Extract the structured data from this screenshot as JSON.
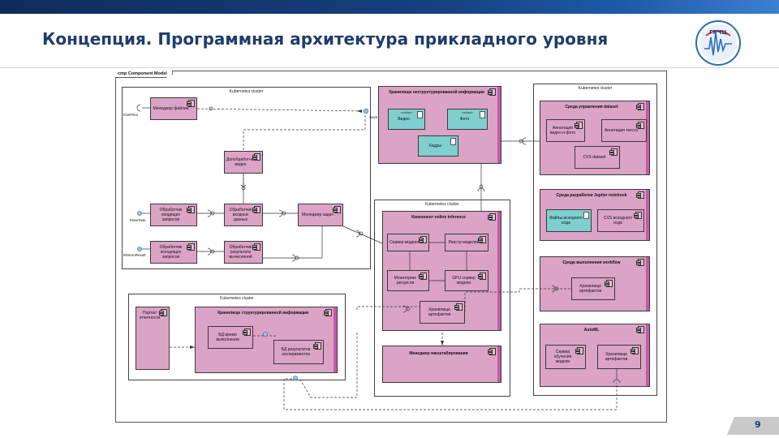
{
  "slide": {
    "title": "Концепция. Программная архитектура прикладного уровня",
    "logo_text": "ГРЧЦ",
    "page_number": "9",
    "frame_label": "cmp Component Model"
  },
  "colors": {
    "title": "#1d3d6e",
    "component": "#dba3c6",
    "artifact": "#7fcfcf",
    "accent_bar": "#c35aa9"
  },
  "clusters": {
    "left_top": "Kubernetes cluster",
    "left_bottom": "Kubernetes cluster",
    "middle": "Kubernetes cluster",
    "right": "Kubernetes cluster"
  },
  "interfaces": {
    "get_files": "IGetFiles",
    "new_task": "INewTask",
    "return_result": "IReturnResult",
    "save": "Save"
  },
  "components": {
    "file_manager": "Менеджер файлов",
    "video_preprocessor": "Допобработчик видео",
    "incoming_processor": "Обработчик входящих запросов",
    "input_data_processor": "Обработчик входных данных",
    "task_manager": "Менеджер задач",
    "outgoing_processor": "Обработчик исходящих запросов",
    "results_processor": "Обработчик результата вычислений",
    "unstructured_storage": "Хранилище неструктурированной информации",
    "video": "Видео",
    "photo": "Фото",
    "frames": "Кадры",
    "artifact_stereotype": "«artifact»",
    "online_inference": "Компонент online inference",
    "model_server": "Сервер моделей",
    "model_registry": "Реестр моделей",
    "resource_monitoring": "Мониторинг ресурсов",
    "gpu_server": "GPU сервер модели",
    "artifact_storage_mid": "Хранилище артефактов",
    "calibration_manager": "Менеджер масштабирования",
    "dataset_env": "Среда управления dataset",
    "video_photo_annotation": "Аннотация видео и фото",
    "text_annotation": "Аннотация текста",
    "cvs_dataset": "CVS dataset",
    "jupyter_env": "Среда разработки Jupiter notebook",
    "source_files": "Файлы исходного кода",
    "cvs_source": "CVS исходного кода",
    "workflow_env": "Среда выполнения workflow",
    "artifact_storage_wf": "Хранилище артефактов",
    "automl": "AutoML",
    "training_server": "Сервер обучения модели",
    "artifact_storage_automl": "Хранилище артефактов",
    "reporting_portal": "Портал отчетности",
    "structured_storage": "Хранилище структурированной информации",
    "runtime_db": "БД время выполнения",
    "experiments_db": "БД результатов экспериментов"
  }
}
